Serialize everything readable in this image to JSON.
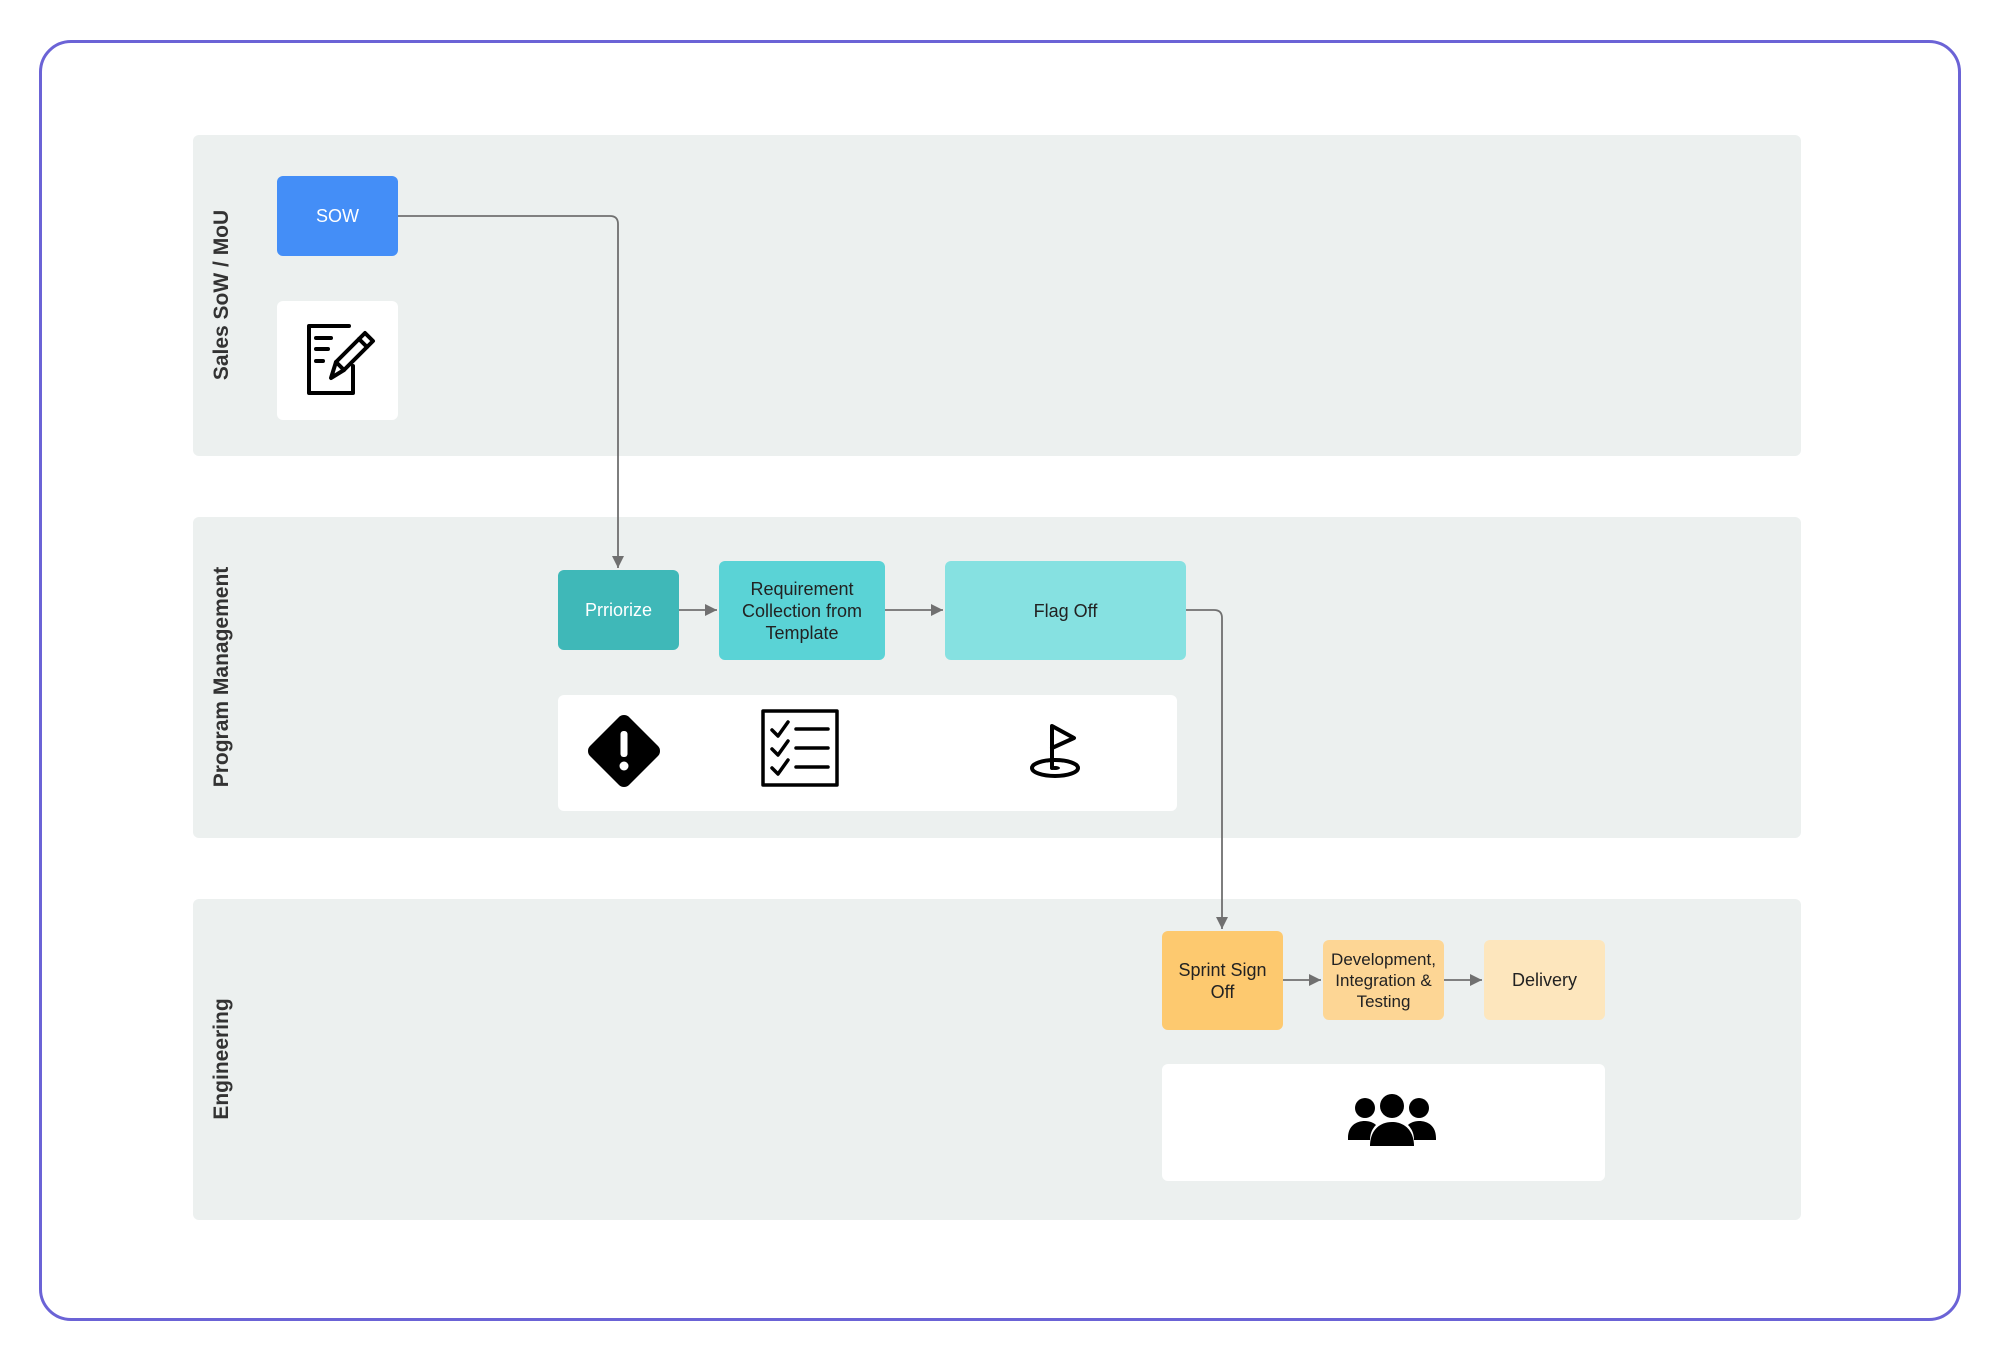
{
  "lanes": {
    "sales": {
      "label": "Sales SoW / MoU"
    },
    "program": {
      "label": "Program Management"
    },
    "engineering": {
      "label": "Engineering"
    }
  },
  "nodes": {
    "sow": {
      "label": "SOW",
      "color": "#448ef7"
    },
    "prioritize": {
      "label": "Prriorize",
      "color": "#3fb8b8"
    },
    "requirement": {
      "label": "Requirement Collection from Template",
      "color": "#5ad3d6"
    },
    "flag_off": {
      "label": "Flag Off",
      "color": "#86e1e1"
    },
    "sprint": {
      "label": "Sprint Sign Off",
      "color": "#fdc96f"
    },
    "development": {
      "label": "Development, Integration & Testing",
      "color": "#fdd695"
    },
    "delivery": {
      "label": "Delivery",
      "color": "#fde6bd"
    }
  },
  "icons": [
    "document-edit-icon",
    "warning-diamond-icon",
    "checklist-icon",
    "golf-flag-icon",
    "team-icon"
  ],
  "colors": {
    "frame": "#6b63d6",
    "lane": "#ecf0ef",
    "connector": "#707070"
  }
}
